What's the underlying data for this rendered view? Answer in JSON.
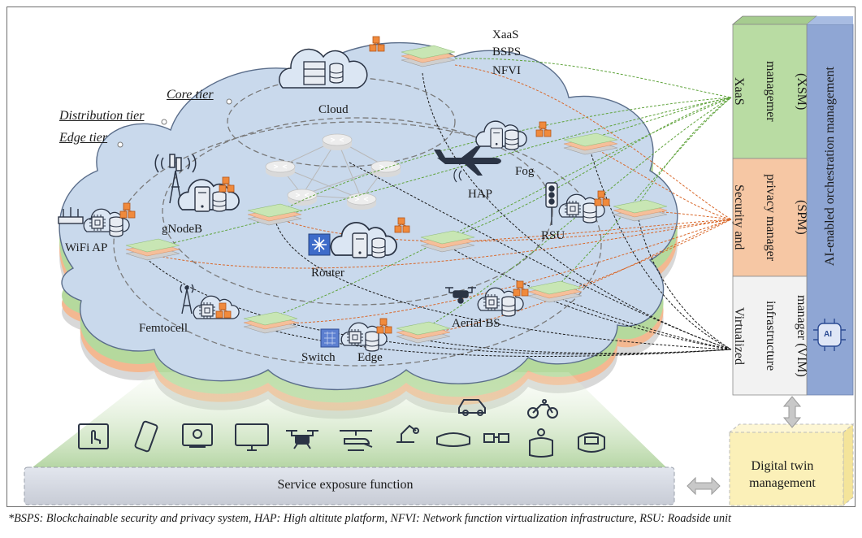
{
  "tiers": {
    "core": "Core tier",
    "distribution": "Distribution tier",
    "edge": "Edge tier"
  },
  "stack_labels": {
    "xaas": "XaaS",
    "bsps": "BSPS",
    "nfvi": "NFVI"
  },
  "nodes": {
    "cloud": "Cloud",
    "fog": "Fog",
    "hap": "HAP",
    "gnodeb": "gNodeB",
    "wifi_ap": "WiFi AP",
    "router": "Router",
    "rsu": "RSU",
    "femtocell": "Femtocell",
    "aerial_bs": "Aerial BS",
    "switch": "Switch",
    "edge": "Edge"
  },
  "managers": {
    "xsm": "XaaS managemer (XSM)",
    "xsm_lines": [
      "XaaS",
      "managemer",
      "(XSM)"
    ],
    "spm_lines": [
      "Security and",
      "privacy manager",
      "(SPM)"
    ],
    "vim_lines": [
      "Virtualized",
      "infrastructure",
      "manager (VIM)"
    ],
    "orchestration": "AI-enabled orchestration management",
    "ai_badge": "AI"
  },
  "service_exposure": "Service exposure function",
  "digital_twin": [
    "Digital twin",
    "management"
  ],
  "footnote": "*BSPS: Blockchainable security and privacy system, HAP: High altitute platform, NFVI: Network function virtualization infrastructure, RSU: Roadside unit",
  "colors": {
    "cloud_fill": "#c9d9ec",
    "cloud_edge": "#5a6d8a",
    "layer_green": "#b8dca0",
    "layer_orange": "#f5bf9a",
    "layer_gray": "#cfcfcf",
    "xsm_bg": "#b9dca3",
    "spm_bg": "#f6c7a4",
    "vim_bg": "#f2f2f2",
    "orch_bg": "#8fa6d4",
    "twin_bg": "#fbf0b8",
    "sef_bg": "#d5d9e2"
  }
}
